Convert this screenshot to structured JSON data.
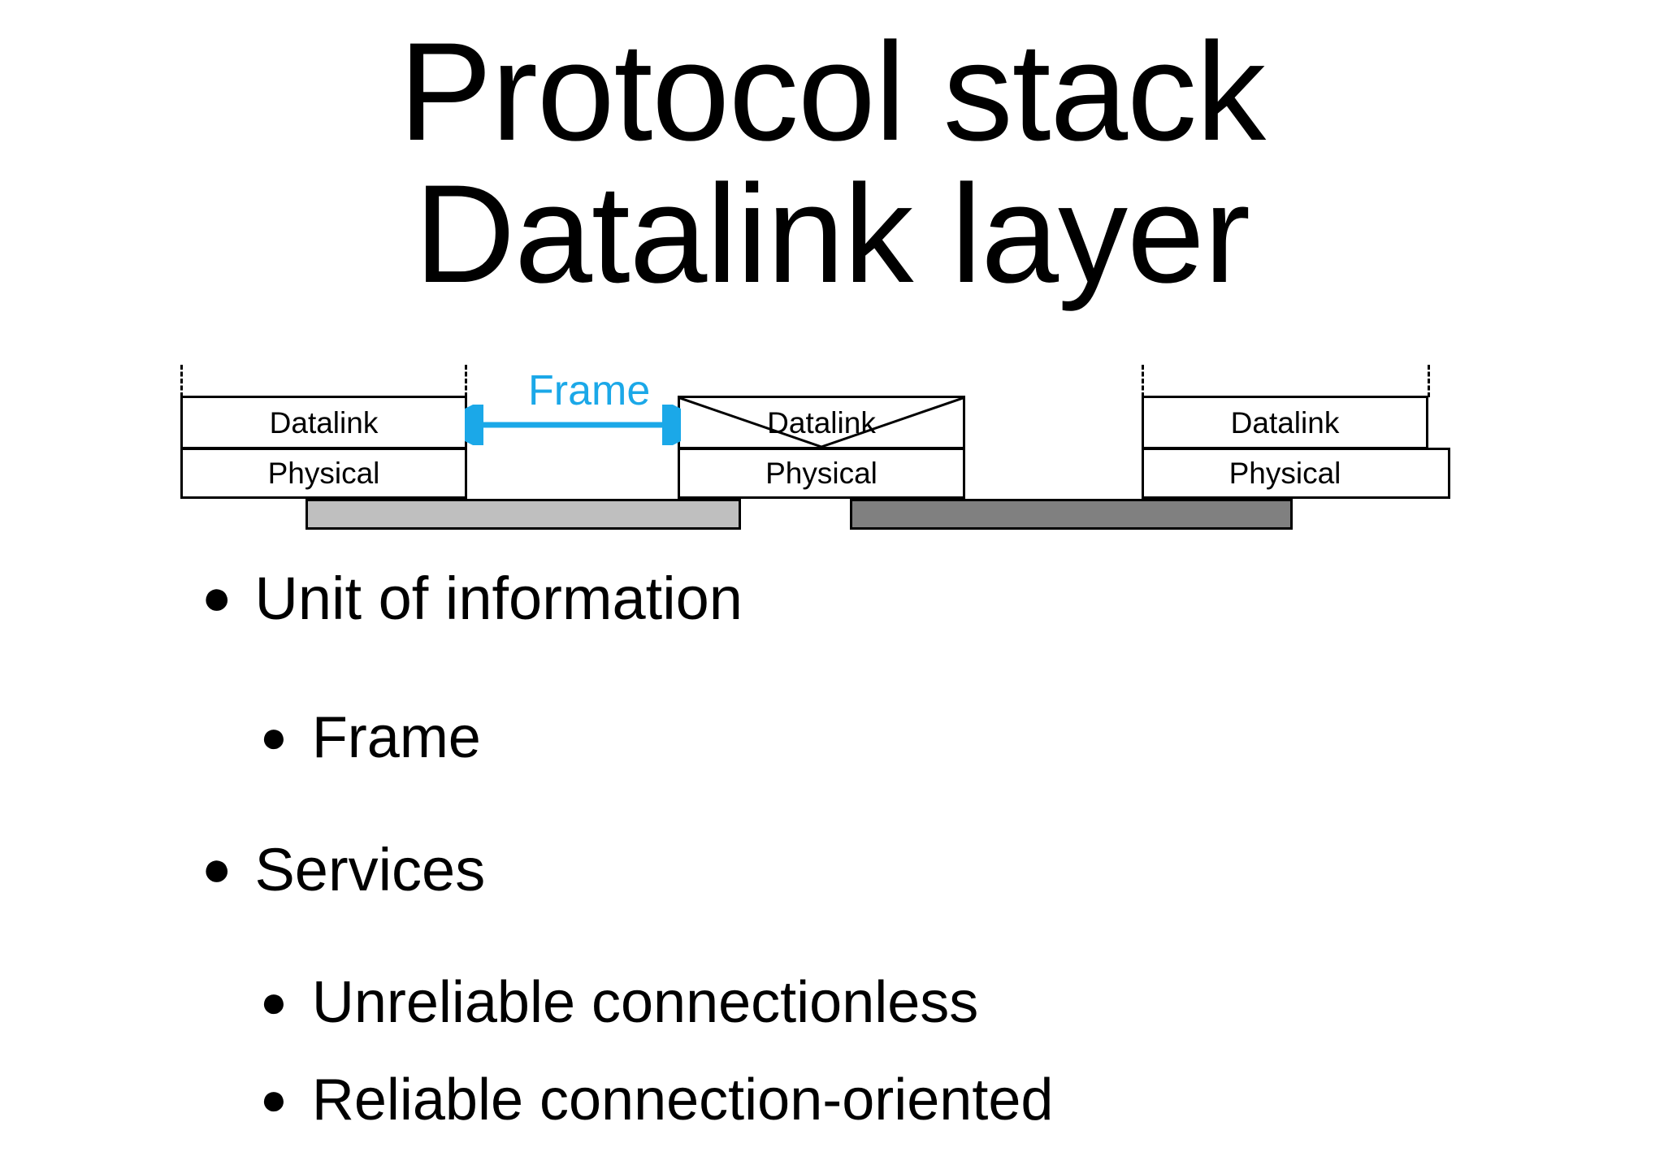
{
  "slide": {
    "title_lines": [
      "Protocol stack",
      "Datalink layer"
    ],
    "background_color": "#FFFFFF",
    "text_color": "#000000"
  },
  "diagram": {
    "name": "protocol-stack-datalink-diagram",
    "accent_color": "#1BA8E8",
    "frame_label": "Frame",
    "stacks": [
      {
        "id": "host-left",
        "layers": [
          {
            "label": "Datalink",
            "crossed": false
          },
          {
            "label": "Physical",
            "crossed": false
          }
        ]
      },
      {
        "id": "intermediate-node",
        "layers": [
          {
            "label": "Datalink",
            "crossed": true
          },
          {
            "label": "Physical",
            "crossed": false
          }
        ]
      },
      {
        "id": "host-right",
        "layers": [
          {
            "label": "Datalink",
            "crossed": false
          },
          {
            "label": "Physical",
            "crossed": false
          }
        ]
      }
    ],
    "media": [
      {
        "id": "link-left",
        "color": "#BFBFBF",
        "border": "#000000"
      },
      {
        "id": "link-right",
        "color": "#808080",
        "border": "#000000"
      }
    ]
  },
  "bullets": [
    {
      "level": 1,
      "text": "Unit of information"
    },
    {
      "level": 2,
      "text": "Frame"
    },
    {
      "level": 1,
      "text": "Services"
    },
    {
      "level": 2,
      "text": "Unreliable connectionless"
    },
    {
      "level": 2,
      "text": "Reliable connection-oriented"
    }
  ],
  "glyphs": {
    "bullet": "●"
  }
}
